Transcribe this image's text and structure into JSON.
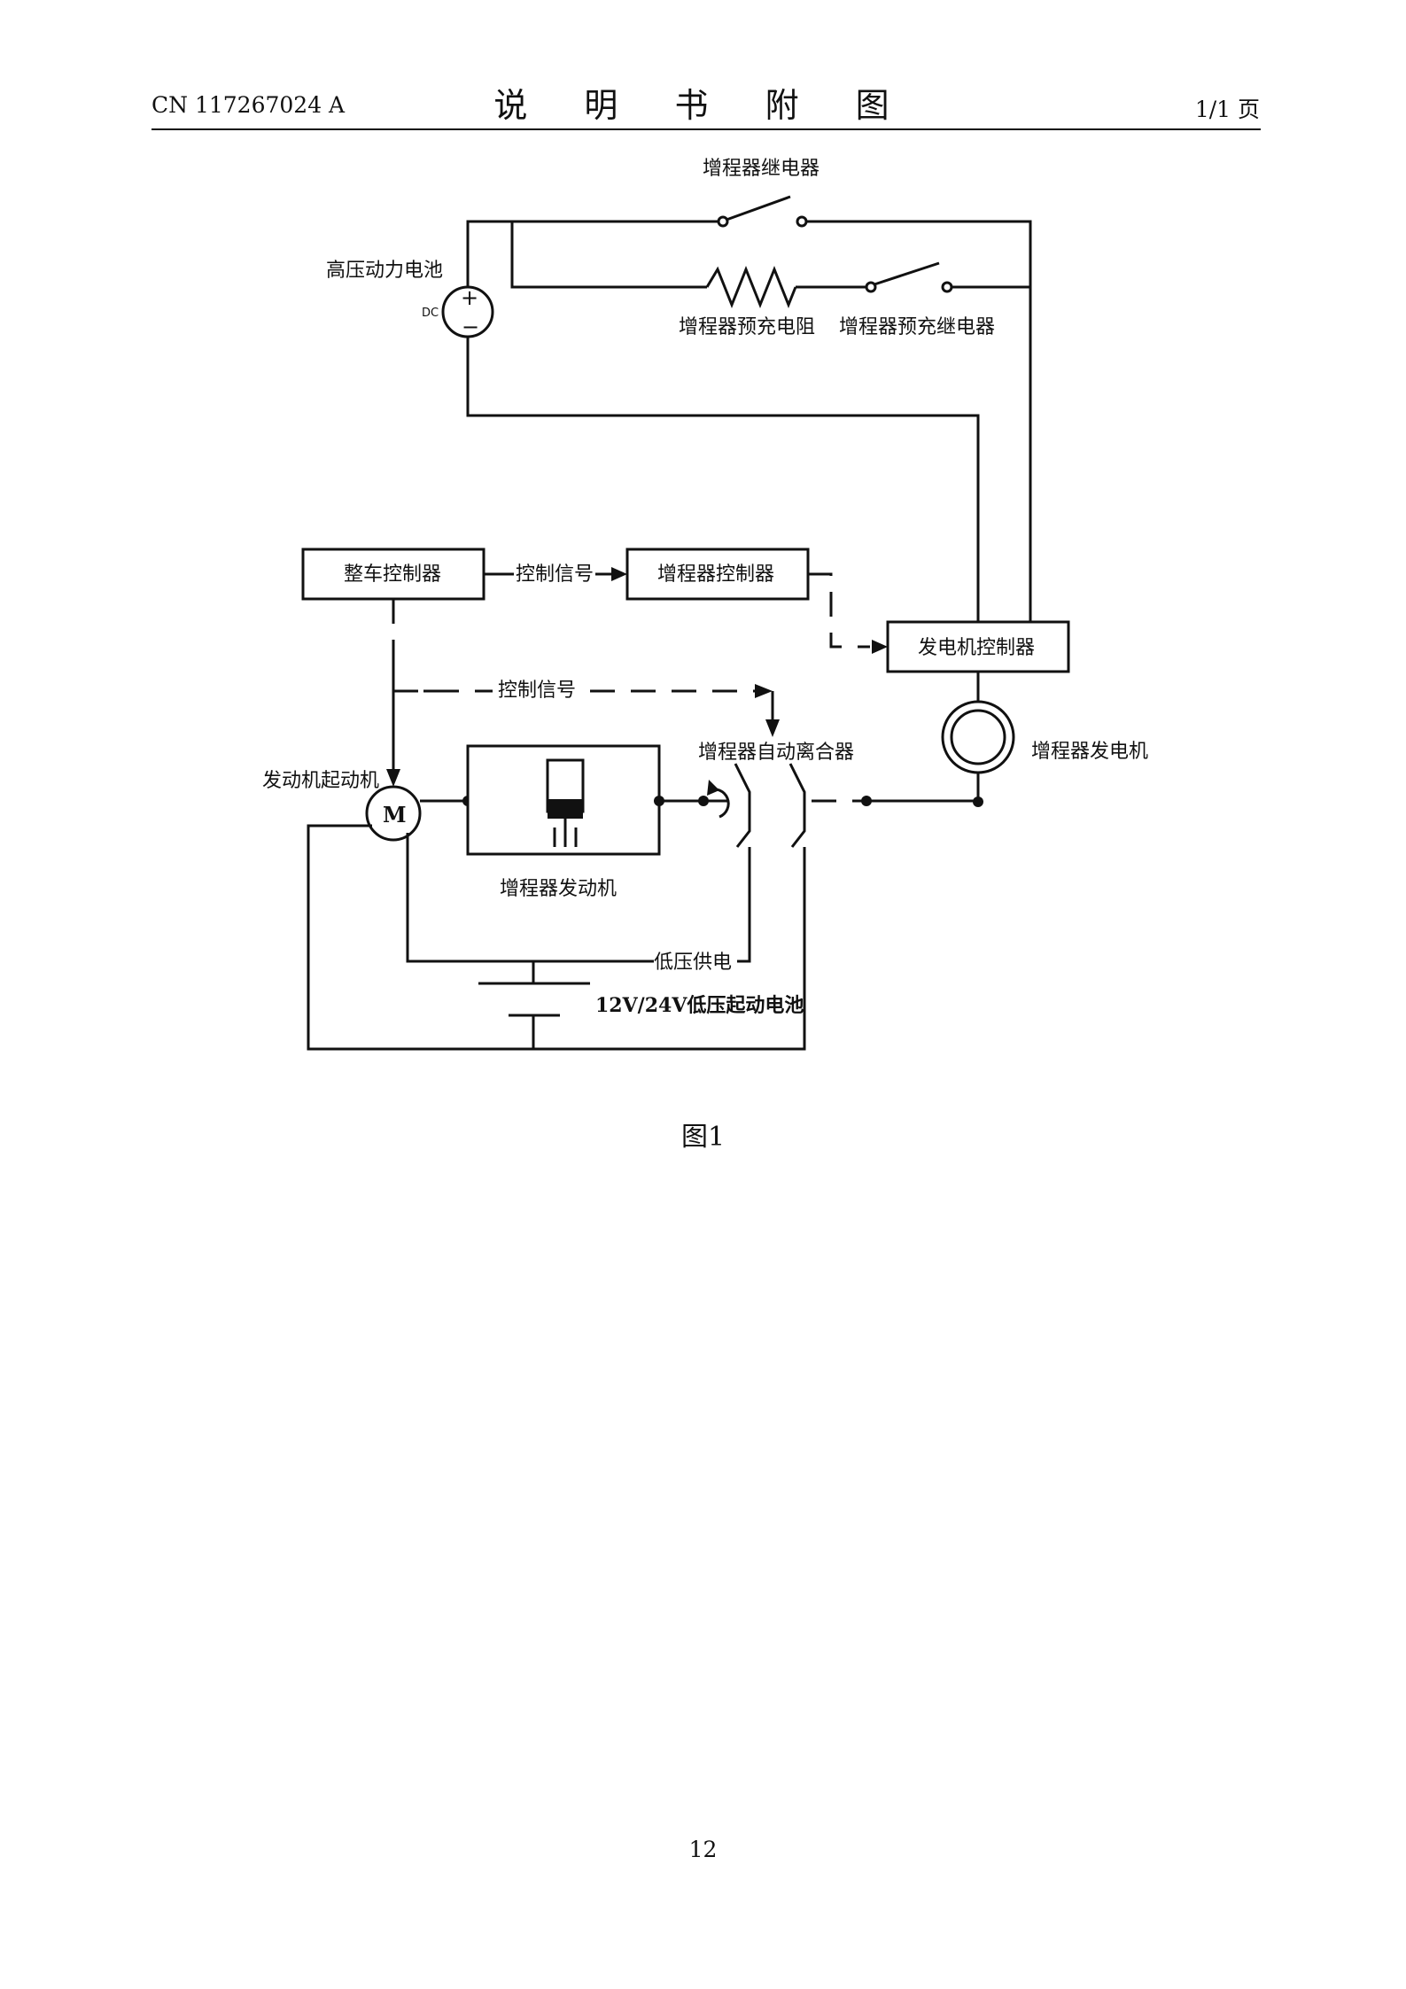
{
  "header": {
    "doc_id": "CN 117267024 A",
    "title": "说 明 书 附 图",
    "page_of": "1/1 页"
  },
  "diagram": {
    "labels": {
      "range_extender_relay": "增程器继电器",
      "hv_battery": "高压动力电池",
      "dc": "DC",
      "plus": "+",
      "minus": "−",
      "precharge_resistor": "增程器预充电阻",
      "precharge_relay": "增程器预充继电器",
      "vehicle_controller": "整车控制器",
      "control_signal_1": "控制信号",
      "range_extender_controller": "增程器控制器",
      "generator_controller": "发电机控制器",
      "control_signal_2": "控制信号",
      "auto_clutch": "增程器自动离合器",
      "range_extender_generator": "增程器发电机",
      "engine_starter": "发动机起动机",
      "motor_symbol": "M",
      "range_extender_engine": "增程器发动机",
      "low_voltage_supply": "低压供电",
      "lv_start_battery": "12V/24V低压起动电池"
    }
  },
  "caption": "图1",
  "page_number": "12"
}
